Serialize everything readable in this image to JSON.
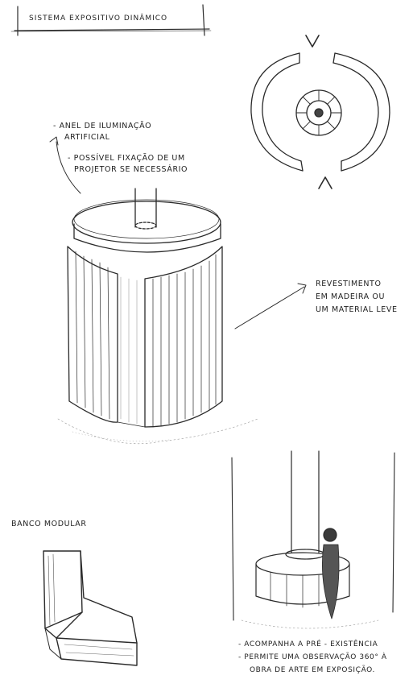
{
  "title": "Sistema Expositivo Dinâmico",
  "annotations": {
    "ring_light": [
      "- Anel de iluminação",
      "artificial"
    ],
    "projector": [
      "- Possível fixação de um",
      "projetor se necessário"
    ],
    "cladding": [
      "Revestimento",
      "em madeira ou",
      "um material leve"
    ],
    "bench": "Banco modular",
    "notes": [
      "- Acompanha a pré - existência",
      "- Permite uma observação 360° à",
      "obra de arte em exposição."
    ]
  }
}
